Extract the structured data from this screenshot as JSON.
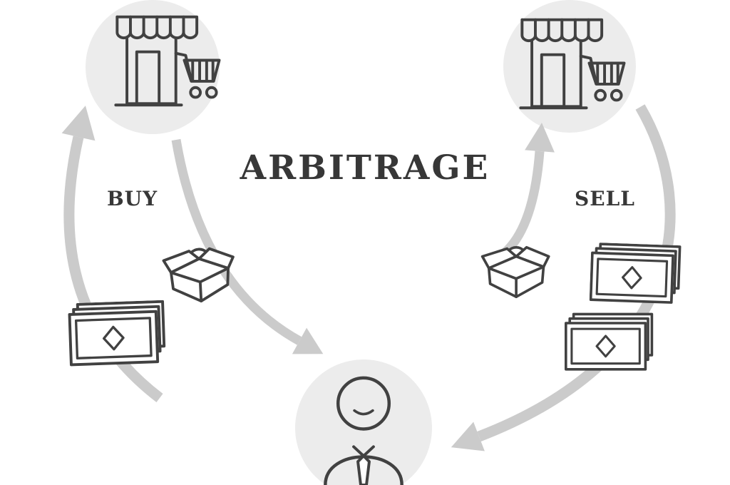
{
  "title": "ARBITRAGE",
  "labels": {
    "buy": "BUY",
    "sell": "SELL"
  },
  "icons": {
    "store_left": "storefront-with-cart-icon",
    "store_right": "storefront-with-cart-icon",
    "person": "trader-person-icon",
    "money_left": "money-banknotes-stack-icon",
    "money_right_top": "money-banknotes-stack-icon",
    "money_right_bottom": "money-banknotes-stack-icon",
    "box_left": "open-shipping-box-icon",
    "box_right": "open-shipping-box-icon"
  },
  "arrows": [
    {
      "name": "money-to-left-store-arrow",
      "direction": "up"
    },
    {
      "name": "left-store-to-person-arrow",
      "direction": "down-right"
    },
    {
      "name": "person-to-right-store-arrow",
      "direction": "up"
    },
    {
      "name": "right-store-to-person-arrow",
      "direction": "down-left"
    }
  ],
  "colors": {
    "background": "#ffffff",
    "outline": "#414141",
    "arrow": "#cbcbcb",
    "circle": "#ececec",
    "text": "#373737"
  }
}
